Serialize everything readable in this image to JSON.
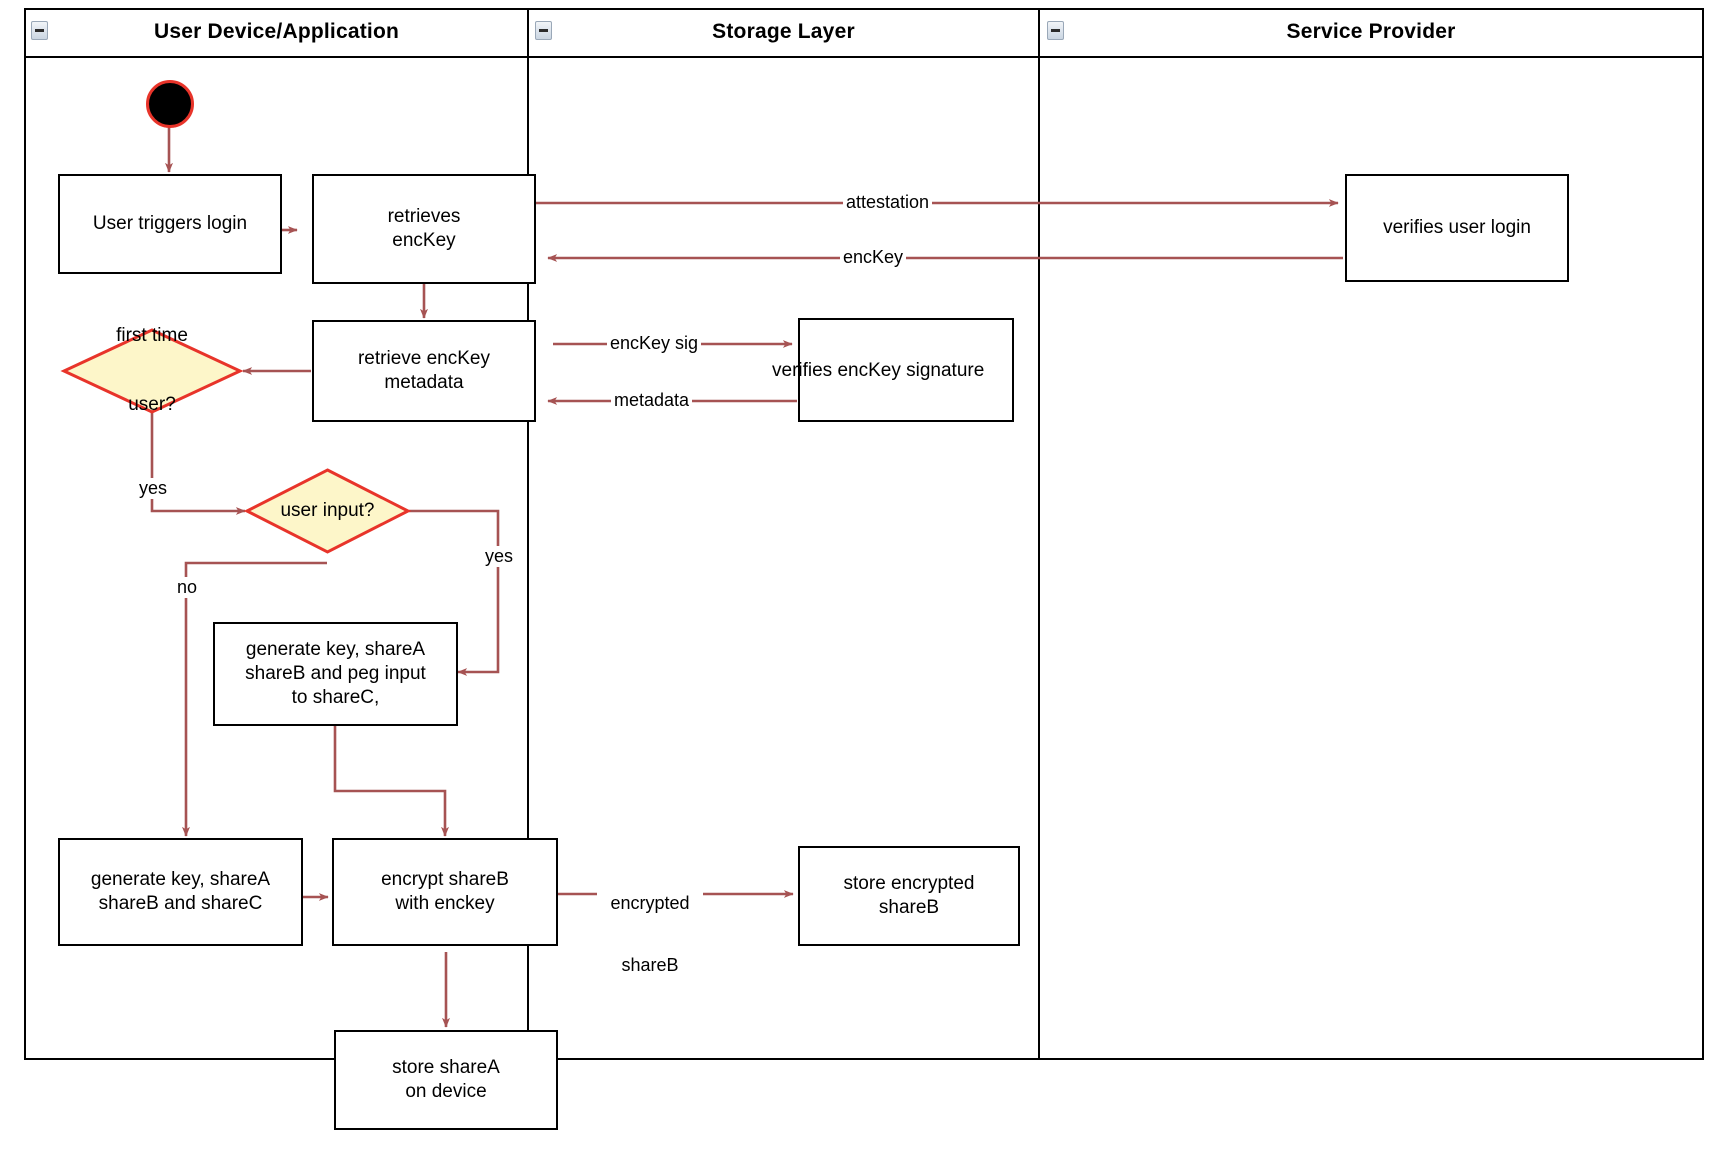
{
  "diagram": {
    "type": "uml-activity-swimlane",
    "title": "Login / key-share provisioning activity diagram",
    "accent_arrow_color": "#a65353",
    "decision_fill": "#fdf6c9",
    "decision_border": "#e8342a",
    "node_border": "#000000",
    "start_node_fill": "#000000",
    "start_node_ring": "#e8342a"
  },
  "lanes": [
    {
      "id": "lane-user-device",
      "label": "User Device/Application",
      "collapse_icon": "collapse-minus-icon"
    },
    {
      "id": "lane-storage",
      "label": "Storage Layer",
      "collapse_icon": "collapse-minus-icon"
    },
    {
      "id": "lane-service-provider",
      "label": "Service Provider",
      "collapse_icon": "collapse-minus-icon"
    }
  ],
  "nodes": {
    "start": {
      "kind": "initial-node",
      "label": ""
    },
    "user_triggers_login": {
      "kind": "action",
      "lane": "lane-user-device",
      "lines": [
        "User triggers login"
      ]
    },
    "retrieves_enckey": {
      "kind": "action",
      "lane": "lane-user-device",
      "lines": [
        "retrieves",
        "encKey"
      ]
    },
    "retrieve_enckey_metadata": {
      "kind": "action",
      "lane": "lane-user-device",
      "lines": [
        "retrieve encKey",
        "metadata"
      ]
    },
    "first_time_user": {
      "kind": "decision",
      "lane": "lane-user-device",
      "lines": [
        "first time",
        "user?"
      ]
    },
    "user_input": {
      "kind": "decision",
      "lane": "lane-user-device",
      "lines": [
        "user input?"
      ]
    },
    "generate_peg": {
      "kind": "action",
      "lane": "lane-user-device",
      "lines": [
        "generate key, shareA",
        "shareB and peg input",
        "to shareC,"
      ]
    },
    "generate_shares": {
      "kind": "action",
      "lane": "lane-user-device",
      "lines": [
        "generate key, shareA",
        "shareB and shareC"
      ]
    },
    "encrypt_shareb": {
      "kind": "action",
      "lane": "lane-user-device",
      "lines": [
        "encrypt shareB",
        "with enckey"
      ]
    },
    "store_sharea": {
      "kind": "action",
      "lane": "lane-user-device",
      "lines": [
        "store shareA",
        "on device"
      ]
    },
    "verifies_enckey_signature": {
      "kind": "action",
      "lane": "lane-storage",
      "lines": [
        "verifies encKey signature"
      ]
    },
    "store_encrypted_shareb": {
      "kind": "action",
      "lane": "lane-storage",
      "lines": [
        "store encrypted",
        "shareB"
      ]
    },
    "verifies_user_login": {
      "kind": "action",
      "lane": "lane-service-provider",
      "lines": [
        "verifies user login"
      ]
    }
  },
  "edge_labels": {
    "attestation": "attestation",
    "enckey": "encKey",
    "enckey_sig": "encKey sig",
    "metadata": "metadata",
    "first_time_yes": "yes",
    "user_input_yes": "yes",
    "user_input_no": "no",
    "encrypted_shareb_l1": "encrypted",
    "encrypted_shareb_l2": "shareB"
  }
}
